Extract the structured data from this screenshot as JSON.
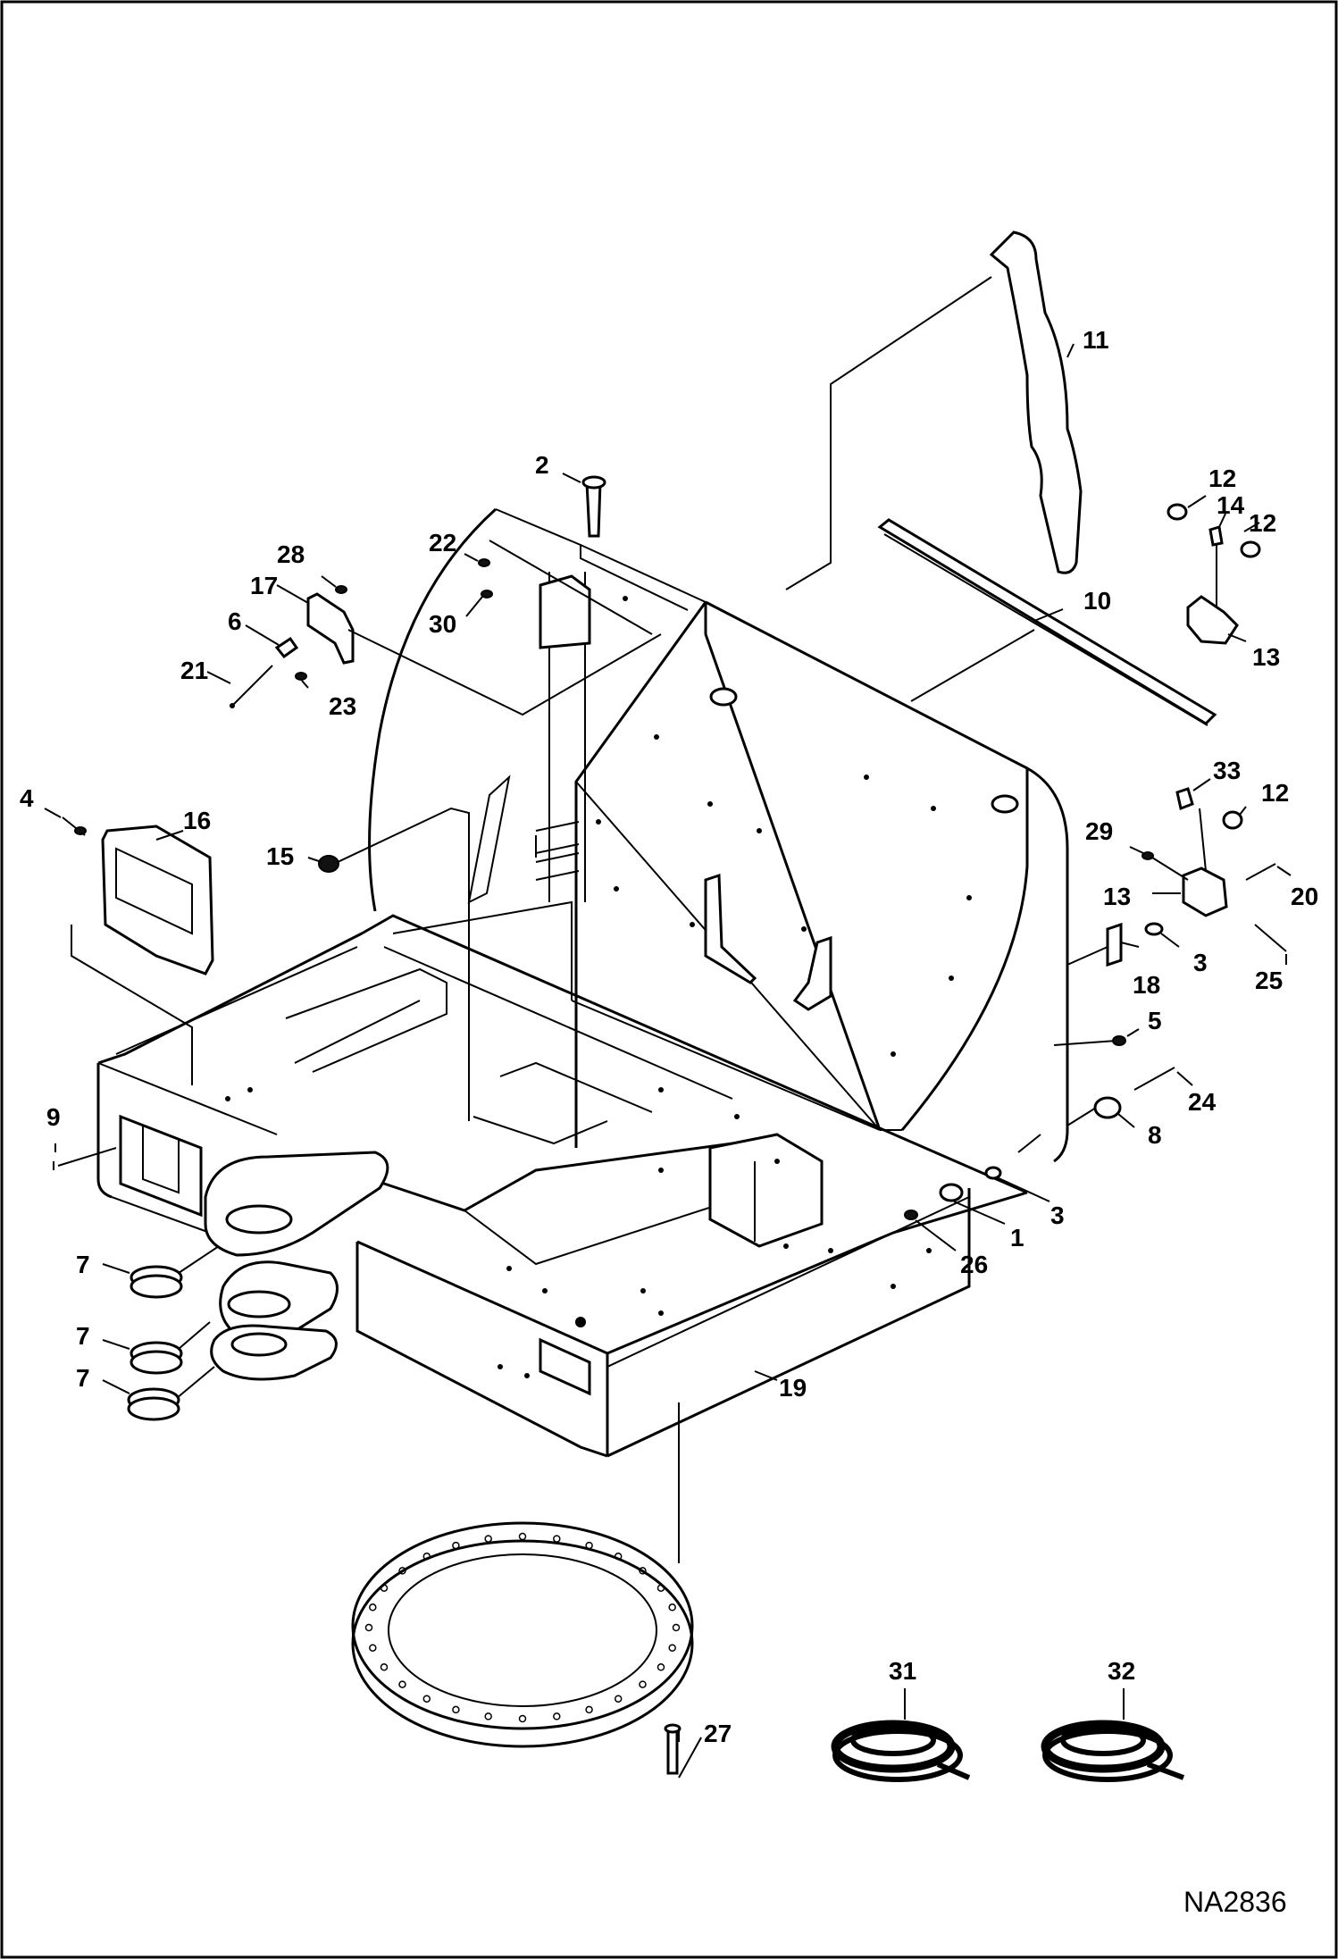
{
  "figure_code": "NA2836",
  "callouts": [
    {
      "id": "c1",
      "text": "1"
    },
    {
      "id": "c2",
      "text": "2"
    },
    {
      "id": "c3a",
      "text": "3"
    },
    {
      "id": "c3b",
      "text": "3"
    },
    {
      "id": "c4",
      "text": "4"
    },
    {
      "id": "c5",
      "text": "5"
    },
    {
      "id": "c6",
      "text": "6"
    },
    {
      "id": "c7a",
      "text": "7"
    },
    {
      "id": "c7b",
      "text": "7"
    },
    {
      "id": "c7c",
      "text": "7"
    },
    {
      "id": "c8",
      "text": "8"
    },
    {
      "id": "c9",
      "text": "9"
    },
    {
      "id": "c10",
      "text": "10"
    },
    {
      "id": "c11",
      "text": "11"
    },
    {
      "id": "c12a",
      "text": "12"
    },
    {
      "id": "c12b",
      "text": "12"
    },
    {
      "id": "c12c",
      "text": "12"
    },
    {
      "id": "c13a",
      "text": "13"
    },
    {
      "id": "c13b",
      "text": "13"
    },
    {
      "id": "c14",
      "text": "14"
    },
    {
      "id": "c15",
      "text": "15"
    },
    {
      "id": "c16",
      "text": "16"
    },
    {
      "id": "c17",
      "text": "17"
    },
    {
      "id": "c18",
      "text": "18"
    },
    {
      "id": "c19",
      "text": "19"
    },
    {
      "id": "c20",
      "text": "20"
    },
    {
      "id": "c21",
      "text": "21"
    },
    {
      "id": "c22",
      "text": "22"
    },
    {
      "id": "c23",
      "text": "23"
    },
    {
      "id": "c24",
      "text": "24"
    },
    {
      "id": "c25",
      "text": "25"
    },
    {
      "id": "c26",
      "text": "26"
    },
    {
      "id": "c27",
      "text": "27"
    },
    {
      "id": "c28",
      "text": "28"
    },
    {
      "id": "c29",
      "text": "29"
    },
    {
      "id": "c30",
      "text": "30"
    },
    {
      "id": "c31",
      "text": "31"
    },
    {
      "id": "c32",
      "text": "32"
    },
    {
      "id": "c33",
      "text": "33"
    }
  ]
}
